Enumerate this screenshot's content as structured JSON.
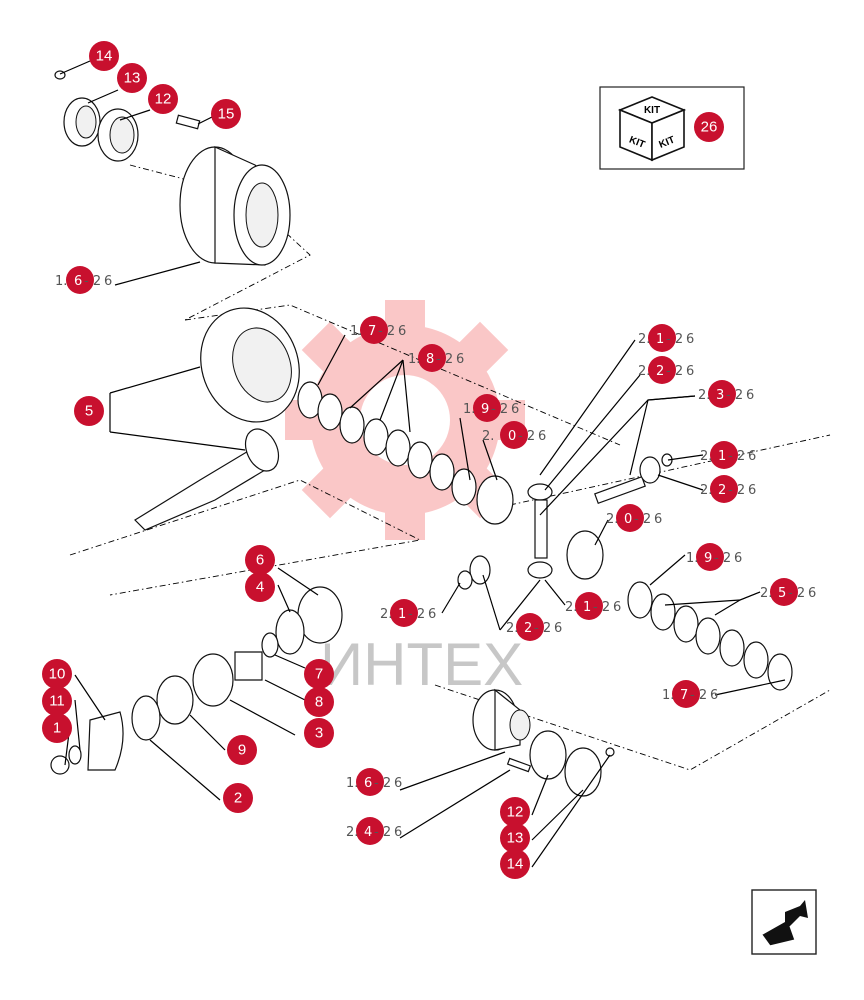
{
  "watermark": {
    "text": "ИНТЕХ",
    "color": "#ee3b3b"
  },
  "kit_box": {
    "label_top": "KIT",
    "label_left": "KIT",
    "label_right": "KIT",
    "number": "26"
  },
  "accent_color": "#c8102e",
  "callouts": {
    "c14_top": "14",
    "c13_top": "13",
    "c12_top": "12",
    "c15": "15",
    "c5": "5",
    "c6": "6",
    "c4": "4",
    "c7": "7",
    "c8": "8",
    "c3": "3",
    "c10": "10",
    "c11": "11",
    "c1": "1",
    "c9": "9",
    "c2": "2",
    "c12_bot": "12",
    "c13_bot": "13",
    "c14_bot": "14"
  },
  "refs": {
    "r16_top": {
      "pre": "1.",
      "num": "6",
      "post": "- 2",
      "tail": "6"
    },
    "r17_top": {
      "pre": "1.",
      "num": "7",
      "post": "- 2",
      "tail": "6"
    },
    "r18": {
      "pre": "1.",
      "num": "8",
      "post": "- 2",
      "tail": "6"
    },
    "r19_top": {
      "pre": "1.",
      "num": "9",
      "post": "- 2",
      "tail": "6"
    },
    "r20_top": {
      "pre": "2.",
      "num": "0",
      "post": "- 2",
      "tail": "6"
    },
    "r21_top": {
      "pre": "2.",
      "num": "1",
      "post": "- 2",
      "tail": "6"
    },
    "r22_top": {
      "pre": "2.",
      "num": "2",
      "post": "- 2",
      "tail": "6"
    },
    "r23": {
      "pre": "2.",
      "num": "3",
      "post": "- 2",
      "tail": "6"
    },
    "r21_right": {
      "pre": "2.",
      "num": "1",
      "post": "- 2",
      "tail": "6"
    },
    "r22_right": {
      "pre": "2.",
      "num": "2",
      "post": "- 2",
      "tail": "6"
    },
    "r20_right": {
      "pre": "2.",
      "num": "0",
      "post": "- 2",
      "tail": "6"
    },
    "r19_right": {
      "pre": "1.",
      "num": "9",
      "post": "- 2",
      "tail": "6"
    },
    "r25": {
      "pre": "2.",
      "num": "5",
      "post": "- 2",
      "tail": "6"
    },
    "r17_right": {
      "pre": "1.",
      "num": "7",
      "post": "- 2",
      "tail": "6"
    },
    "r21_mid": {
      "pre": "2.",
      "num": "1",
      "post": "- 2",
      "tail": "6"
    },
    "r21_mid2": {
      "pre": "2.",
      "num": "1",
      "post": "- 2",
      "tail": "6"
    },
    "r22_mid": {
      "pre": "2.",
      "num": "2",
      "post": "- 2",
      "tail": "6"
    },
    "r16_bot": {
      "pre": "1.",
      "num": "6",
      "post": "- 2",
      "tail": "6"
    },
    "r24": {
      "pre": "2.",
      "num": "4",
      "post": "- 2",
      "tail": "6"
    }
  },
  "nav": {
    "icon": "next-page-arrow-icon"
  }
}
